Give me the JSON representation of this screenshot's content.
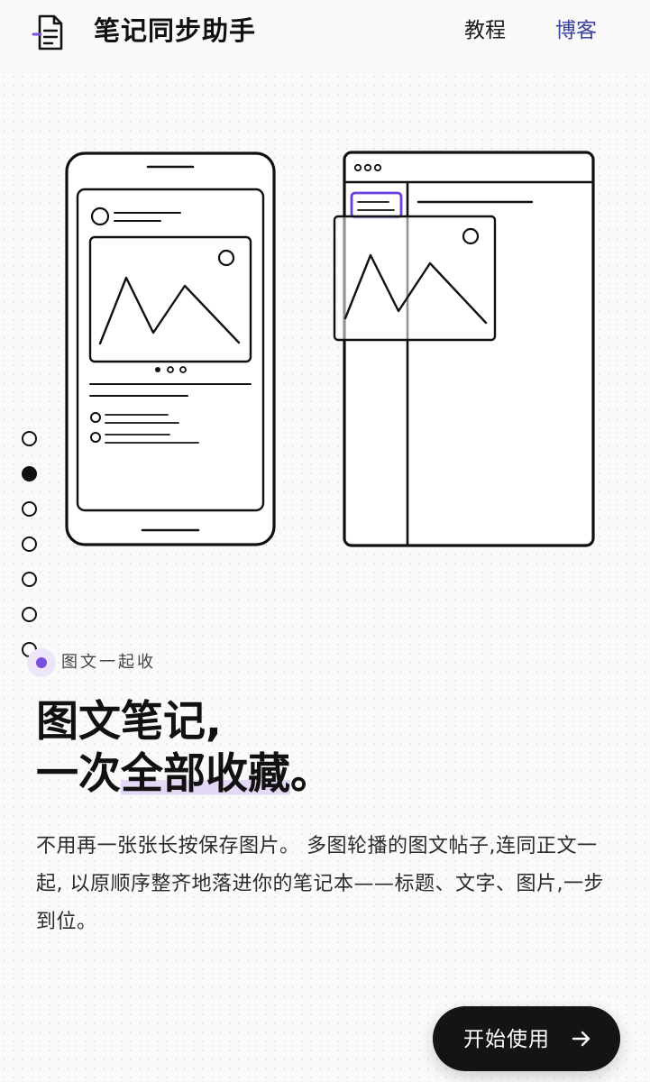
{
  "header": {
    "brand": "笔记同步助手",
    "logo_icon": "note-document-icon",
    "nav": [
      {
        "label": "教程",
        "color": "#1a1a1a"
      },
      {
        "label": "博客",
        "color": "#3b3f9f"
      }
    ]
  },
  "illustration": {
    "icons": [
      "phone-carousel-post-icon",
      "browser-notebook-window-icon",
      "image-mountain-icon"
    ]
  },
  "pager": {
    "total": 7,
    "active_index": 1
  },
  "feature": {
    "tag": "图文一起收",
    "tag_accent": "#7b4fe0",
    "headline_line1": "图文笔记,",
    "headline_line2_prefix": "一次",
    "headline_line2_highlight": "全部收藏",
    "headline_line2_suffix": "。",
    "highlight_color": "#e3d8f6",
    "description": "不用再一张张长按保存图片。 多图轮播的图文帖子,连同正文一起, 以原顺序整齐地落进你的笔记本——标题、文字、图片,一步到位。"
  },
  "cta": {
    "label": "开始使用",
    "icon": "arrow-right-icon"
  }
}
